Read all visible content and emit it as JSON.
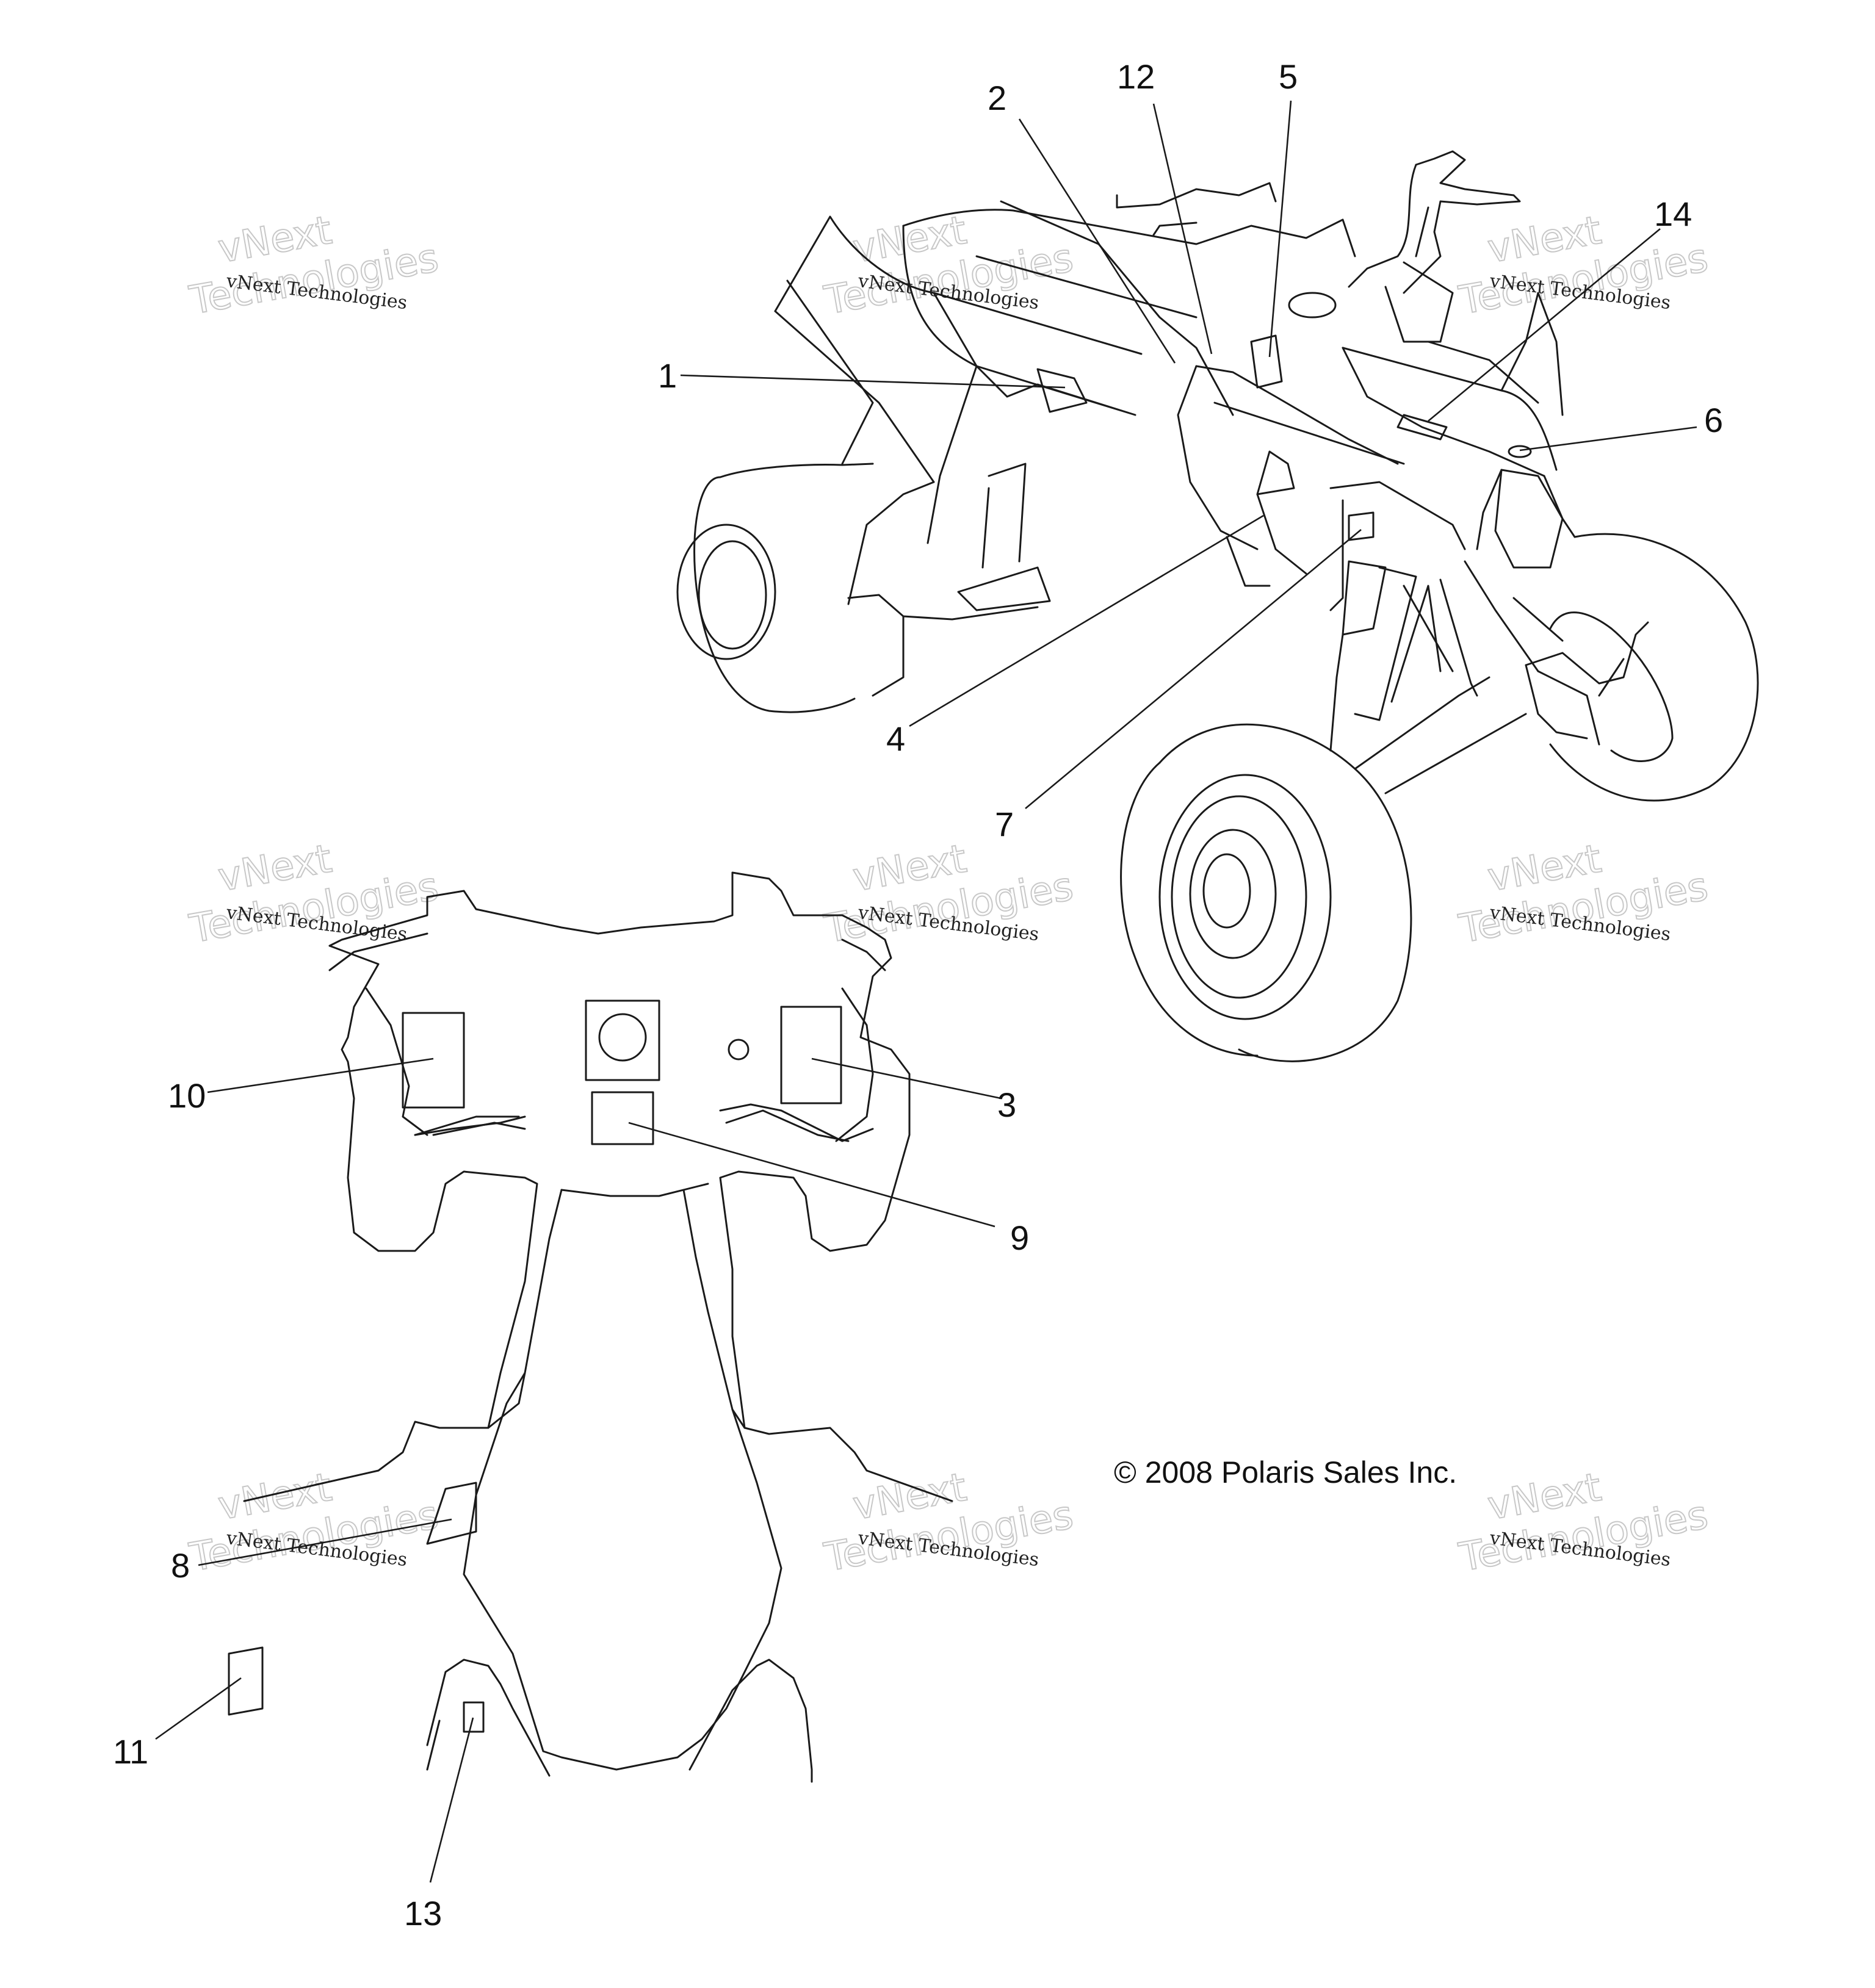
{
  "callouts": {
    "c1": "1",
    "c2": "2",
    "c3": "3",
    "c4": "4",
    "c5": "5",
    "c6": "6",
    "c7": "7",
    "c8": "8",
    "c9": "9",
    "c10": "10",
    "c11": "11",
    "c12": "12",
    "c13": "13",
    "c14": "14"
  },
  "copyright": "© 2008 Polaris Sales Inc.",
  "watermark": {
    "line1": "vNext Technologies",
    "line2": "vNext",
    "line3": "Technologies"
  }
}
